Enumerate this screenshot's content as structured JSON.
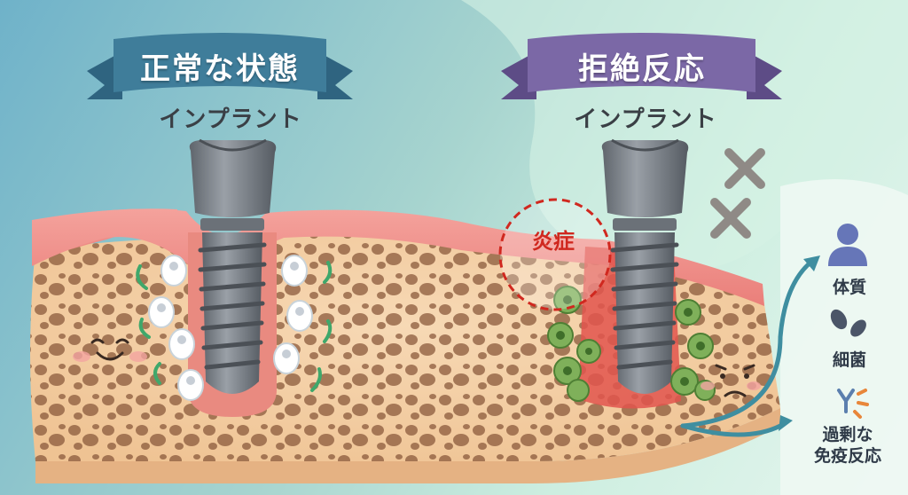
{
  "left_panel": {
    "banner_title": "正常な状態",
    "label": "インプラント"
  },
  "right_panel": {
    "banner_title": "拒絶反応",
    "label": "インプラント",
    "inflammation_label": "炎症"
  },
  "causes": [
    {
      "icon": "person-icon",
      "label": "体質"
    },
    {
      "icon": "bacteria-icon",
      "label": "細菌"
    },
    {
      "icon": "immune-response-icon",
      "label": "過剰な\n免疫反応"
    }
  ],
  "colors": {
    "left_banner": "#3f7d9a",
    "right_banner": "#7b68a6",
    "gum": "#f08e8a",
    "bone": "#f3cfa6",
    "implant": "#7d838a",
    "inflammation": "#d0281f",
    "bacteria": "#7fb05a"
  }
}
